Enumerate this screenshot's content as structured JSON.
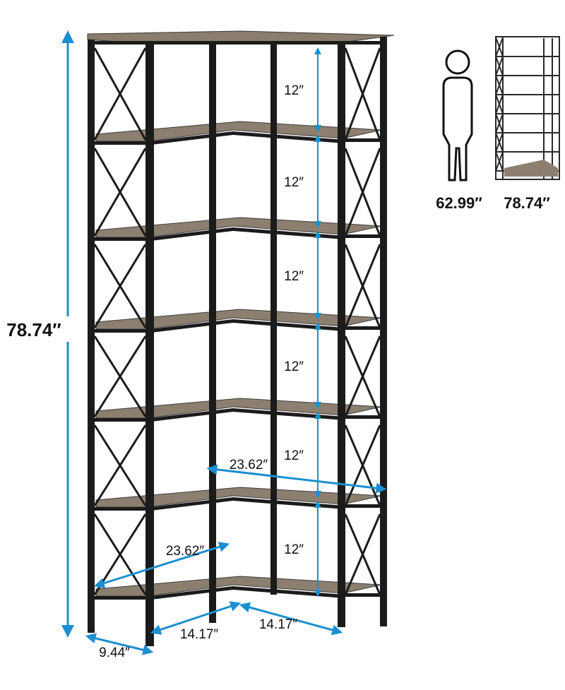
{
  "product_image": {
    "overall_height": "78.74″",
    "shelf_spacing": [
      "12″",
      "12″",
      "12″",
      "12″",
      "12″",
      "12″"
    ],
    "shelf_diagonal_upper": "23.62″",
    "shelf_diagonal_lower": "23.62″",
    "side_depth": "9.44″",
    "bottom_left_width": "14.17″",
    "bottom_right_width": "14.17″"
  },
  "scale_comparison": {
    "person_height": "62.99″",
    "shelf_height": "78.74″"
  },
  "colors": {
    "dimension_blue": "#1b8fd0",
    "frame_black": "#1a1a1a",
    "wood_gray": "#8c7f70"
  }
}
